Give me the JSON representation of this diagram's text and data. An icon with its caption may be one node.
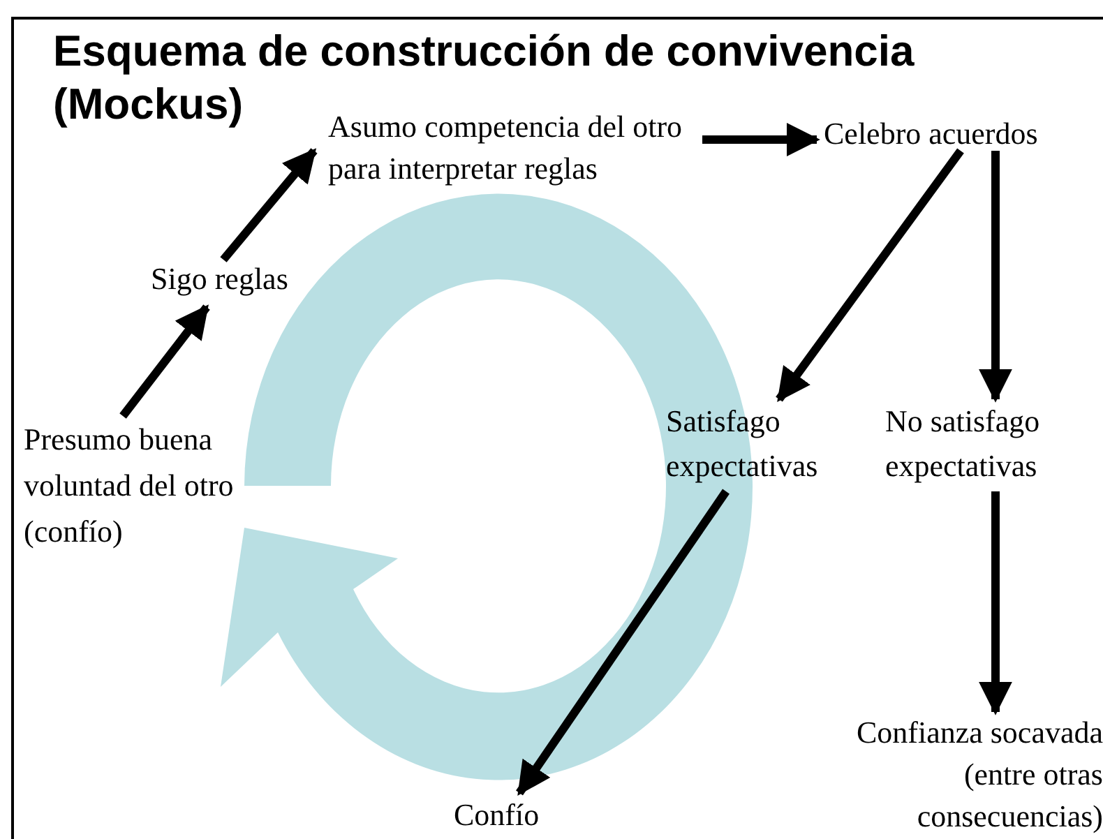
{
  "diagram": {
    "title": "Esquema de construcción de convivencia (Mockus)",
    "nodes": [
      {
        "text": [
          "Presumo buena voluntad del otro (confío)"
        ]
      },
      {
        "text": [
          "Sigo reglas"
        ]
      },
      {
        "text": [
          "Asumo competencia del otro para interpretar reglas"
        ]
      },
      {
        "text": [
          "Celebro acuerdos"
        ]
      },
      {
        "text": [
          "Satisfago expectativas"
        ]
      },
      {
        "text": [
          "No satisfago expectativas"
        ]
      },
      {
        "text": [
          "Confianza socavada (entre otras consecuencias)"
        ]
      },
      {
        "text": [
          "Confío"
        ]
      }
    ],
    "edges": [
      {
        "from": 0,
        "to": 1,
        "arrow": "to"
      },
      {
        "from": 1,
        "to": 2,
        "arrow": "to"
      },
      {
        "from": 2,
        "to": 3,
        "arrow": "to"
      },
      {
        "from": 3,
        "to": 4,
        "arrow": "to"
      },
      {
        "from": 3,
        "to": 5,
        "arrow": "to"
      },
      {
        "from": 4,
        "to": 7,
        "arrow": "to"
      },
      {
        "from": 5,
        "to": 6,
        "arrow": "to"
      }
    ]
  }
}
